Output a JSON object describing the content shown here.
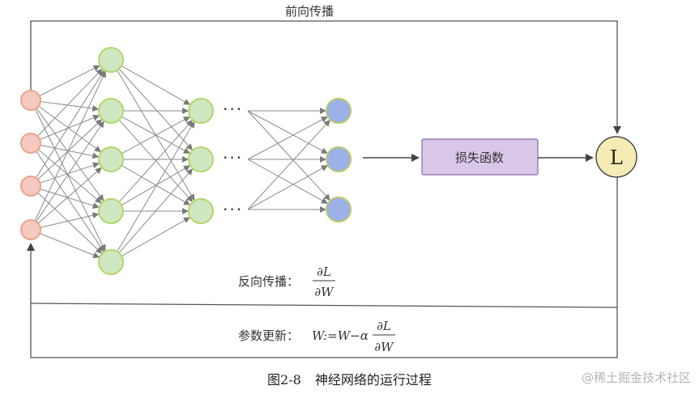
{
  "diagram": {
    "forward_label": "前向传播",
    "loss_box_label": "损失函数",
    "loss_node_label": "L",
    "backward_label": "反向传播：",
    "backward_fraction": {
      "numerator": "∂L",
      "denominator": "∂W"
    },
    "update_label": "参数更新：",
    "update_formula": "W:=W−α",
    "update_fraction": {
      "numerator": "∂L",
      "denominator": "∂W"
    },
    "ellipsis": "···"
  },
  "network": {
    "layers": [
      {
        "name": "input",
        "nodes": 4
      },
      {
        "name": "hidden-1",
        "nodes": 5
      },
      {
        "name": "hidden-2",
        "nodes": 3
      },
      {
        "name": "output",
        "nodes": 3
      }
    ]
  },
  "caption": {
    "figure": "图2-8",
    "title": "神经网络的运行过程"
  },
  "watermark": "@稀土掘金技术社区",
  "colors": {
    "input_fill": "#f6c9bf",
    "hidden_fill": "#cfe8c2",
    "output_fill": "#9cb1e8",
    "loss_box_fill": "#d9c7ea",
    "loss_node_fill": "#f5ecb5"
  }
}
